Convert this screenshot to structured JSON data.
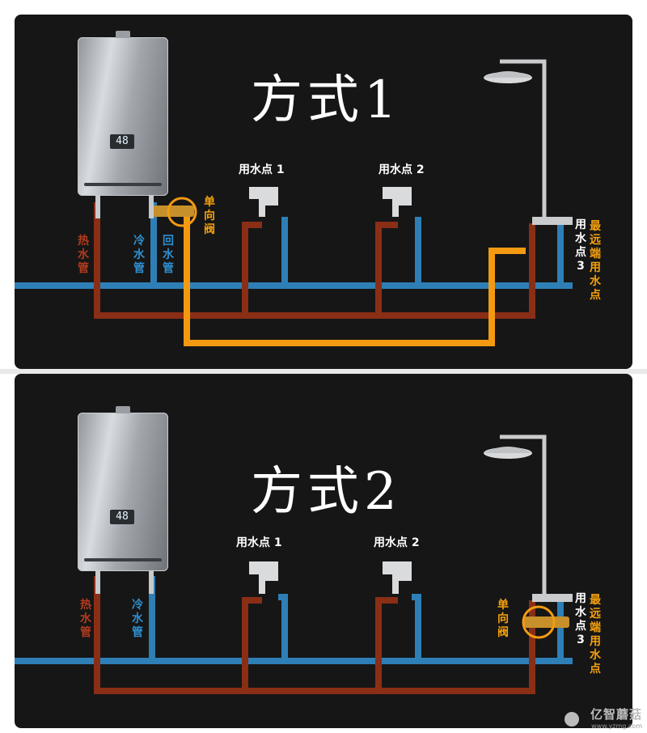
{
  "colors": {
    "background": "#161616",
    "hot_pipe": "#8a2e16",
    "cold_pipe": "#2e7fb6",
    "return_pipe": "#f39a12",
    "text": "#ffffff"
  },
  "panels": [
    {
      "title": "方式1",
      "heater_display": "48",
      "labels": {
        "hot_pipe": "热水管",
        "cold_pipe": "冷水管",
        "return_pipe": "回水管",
        "check_valve": "单向阀",
        "point_1": "用水点 1",
        "point_2": "用水点 2",
        "point_3_a": "用水点3",
        "point_3_b": "最远端用水点"
      }
    },
    {
      "title": "方式2",
      "heater_display": "48",
      "labels": {
        "hot_pipe": "热水管",
        "cold_pipe": "冷水管",
        "check_valve": "单向阀",
        "point_1": "用水点 1",
        "point_2": "用水点 2",
        "point_3_a": "用水点3",
        "point_3_b": "最远端用水点"
      }
    }
  ],
  "watermark": {
    "brand": "亿智蘑菇",
    "url": "www.yzmg.com",
    "icon": "mushroom-icon"
  }
}
